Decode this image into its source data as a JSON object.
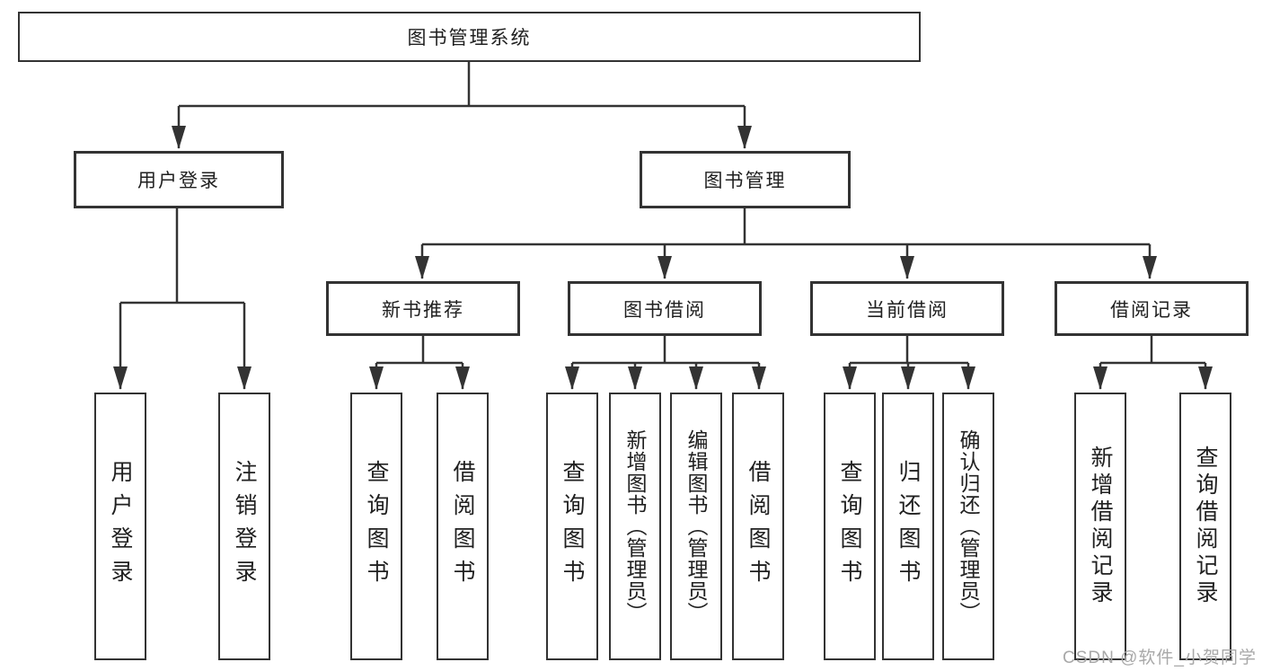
{
  "tree": {
    "label": "图书管理系统",
    "children": [
      {
        "label": "用户登录",
        "children": [
          {
            "label": "用户登录"
          },
          {
            "label": "注销登录"
          }
        ]
      },
      {
        "label": "图书管理",
        "children": [
          {
            "label": "新书推荐",
            "children": [
              {
                "label": "查询图书"
              },
              {
                "label": "借阅图书"
              }
            ]
          },
          {
            "label": "图书借阅",
            "children": [
              {
                "label": "查询图书"
              },
              {
                "label": "新增图书（管理员）"
              },
              {
                "label": "编辑图书（管理员）"
              },
              {
                "label": "借阅图书"
              }
            ]
          },
          {
            "label": "当前借阅",
            "children": [
              {
                "label": "查询图书"
              },
              {
                "label": "归还图书"
              },
              {
                "label": "确认归还（管理员）"
              }
            ]
          },
          {
            "label": "借阅记录",
            "children": [
              {
                "label": "新增借阅记录"
              },
              {
                "label": "查询借阅记录"
              }
            ]
          }
        ]
      }
    ]
  },
  "watermark": {
    "text": "CSDN @软件_小贺同学"
  },
  "colors": {
    "line": "#333333",
    "box_border": "#333333",
    "box_background": "#ffffff",
    "text": "#202020",
    "watermark": "#a8a8a8",
    "page_background": "#ffffff"
  }
}
